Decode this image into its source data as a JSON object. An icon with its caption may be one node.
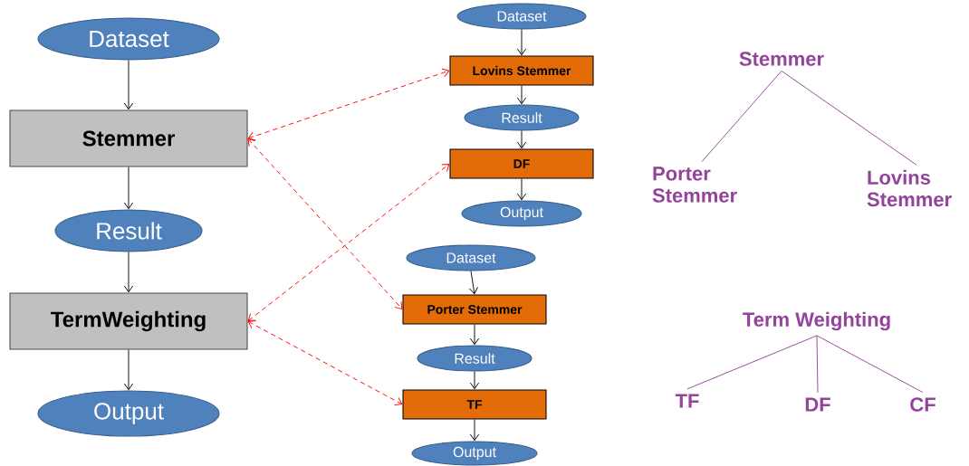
{
  "diagram": {
    "nodes": [
      {
        "text": [
          "Dataset"
        ]
      },
      {
        "text": [
          "Stemmer"
        ]
      },
      {
        "text": [
          "Result"
        ]
      },
      {
        "text": [
          "TermWeighting"
        ]
      },
      {
        "text": [
          "Output"
        ]
      },
      {
        "text": [
          "Dataset"
        ]
      },
      {
        "text": [
          "Lovins Stemmer"
        ]
      },
      {
        "text": [
          "Result"
        ]
      },
      {
        "text": [
          "DF"
        ]
      },
      {
        "text": [
          "Output"
        ]
      },
      {
        "text": [
          "Dataset"
        ]
      },
      {
        "text": [
          "Porter Stemmer"
        ]
      },
      {
        "text": [
          "Result"
        ]
      },
      {
        "text": [
          "TF"
        ]
      },
      {
        "text": [
          "Output"
        ]
      },
      {
        "text": [
          "Stemmer"
        ]
      },
      {
        "text": [
          "Porter Stemmer"
        ]
      },
      {
        "text": [
          "Lovins Stemmer"
        ]
      },
      {
        "text": [
          "Term Weighting"
        ]
      },
      {
        "text": [
          "TF"
        ]
      },
      {
        "text": [
          "DF"
        ]
      },
      {
        "text": [
          "CF"
        ]
      }
    ],
    "edges": [
      {
        "from": 0,
        "to": 1,
        "arrow": "to"
      },
      {
        "from": 1,
        "to": 2,
        "arrow": "to"
      },
      {
        "from": 2,
        "to": 3,
        "arrow": "to"
      },
      {
        "from": 3,
        "to": 4,
        "arrow": "to"
      },
      {
        "from": 5,
        "to": 6,
        "arrow": "to"
      },
      {
        "from": 6,
        "to": 7,
        "arrow": "to"
      },
      {
        "from": 7,
        "to": 8,
        "arrow": "to"
      },
      {
        "from": 8,
        "to": 9,
        "arrow": "to"
      },
      {
        "from": 10,
        "to": 11,
        "arrow": "to"
      },
      {
        "from": 11,
        "to": 12,
        "arrow": "to"
      },
      {
        "from": 12,
        "to": 13,
        "arrow": "to"
      },
      {
        "from": 13,
        "to": 14,
        "arrow": "to"
      },
      {
        "from": 1,
        "to": 6,
        "arrow": "both",
        "style": "dashed",
        "color": "#ff0000"
      },
      {
        "from": 1,
        "to": 11,
        "arrow": "both",
        "style": "dashed",
        "color": "#ff0000"
      },
      {
        "from": 3,
        "to": 8,
        "arrow": "both",
        "style": "dashed",
        "color": "#ff0000"
      },
      {
        "from": 3,
        "to": 13,
        "arrow": "both",
        "style": "dashed",
        "color": "#ff0000"
      },
      {
        "from": 15,
        "to": 16,
        "arrow": "none",
        "color": "#93439a"
      },
      {
        "from": 15,
        "to": 17,
        "arrow": "none",
        "color": "#93439a"
      },
      {
        "from": 18,
        "to": 19,
        "arrow": "none",
        "color": "#93439a"
      },
      {
        "from": 18,
        "to": 20,
        "arrow": "none",
        "color": "#93439a"
      },
      {
        "from": 18,
        "to": 21,
        "arrow": "none",
        "color": "#93439a"
      }
    ]
  }
}
